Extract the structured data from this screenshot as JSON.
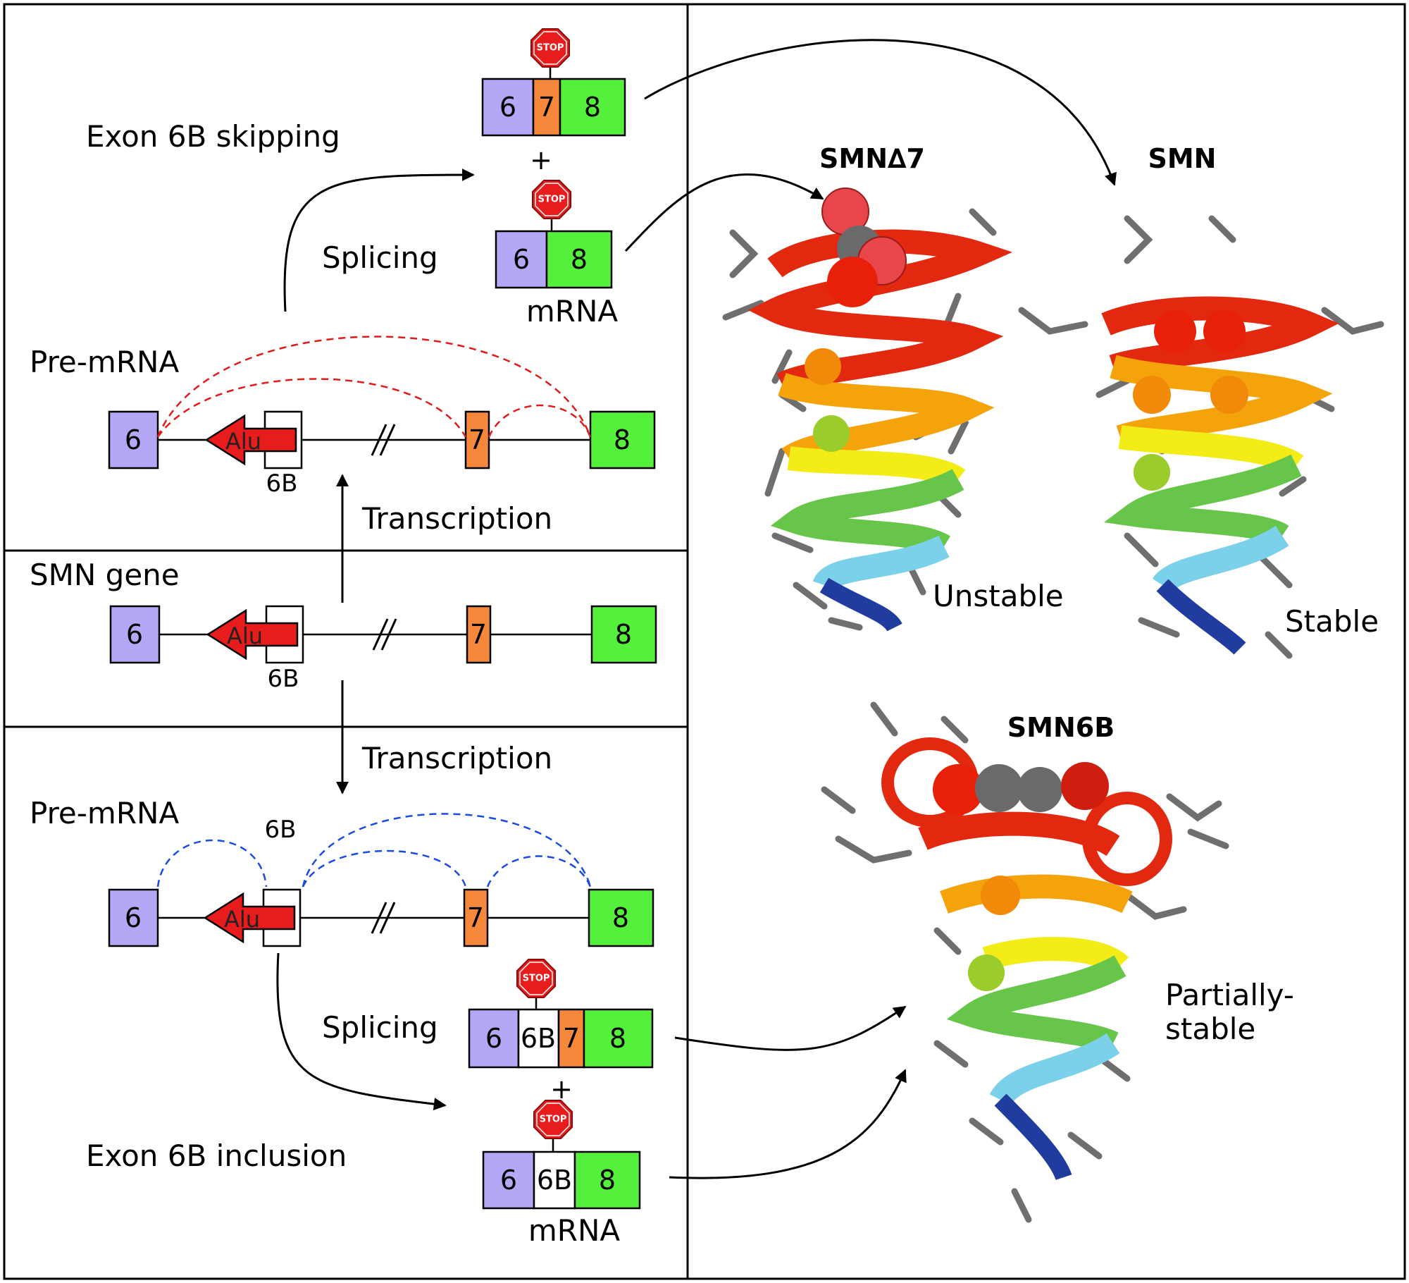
{
  "labels": {
    "exon6b_skipping": "Exon 6B skipping",
    "splicing_top": "Splicing",
    "mrna_top": "mRNA",
    "plus_top": "+",
    "premrna_top": "Pre-mRNA",
    "transcription_up": "Transcription",
    "smn_gene": "SMN gene",
    "transcription_down": "Transcription",
    "premrna_bottom": "Pre-mRNA",
    "label_6b_above": "6B",
    "splicing_bottom": "Splicing",
    "plus_bottom": "+",
    "exon6b_inclusion": "Exon 6B inclusion",
    "mrna_bottom": "mRNA"
  },
  "exons": {
    "e6": "6",
    "e7": "7",
    "e8": "8",
    "e6b": "6B",
    "alu": "Alu",
    "stop": "STOP"
  },
  "proteins": {
    "smn_delta7": {
      "title": "SMN∆7",
      "status": "Unstable"
    },
    "smn": {
      "title": "SMN",
      "status": "Stable"
    },
    "smn6b": {
      "title": "SMN6B",
      "status_line1": "Partially-",
      "status_line2": "stable"
    }
  },
  "colors": {
    "exon6": "#b4a7f5",
    "exon7": "#f5883a",
    "exon8": "#55f03c",
    "alu": "#e81c1c",
    "stop_sign": "#e81c1c",
    "splice_skip": "#e01a1a",
    "splice_incl": "#1a4be0"
  },
  "icons": {
    "stop_sign": "stop-sign-icon",
    "alu_element": "alu-arrow-icon",
    "intron_break": "intron-break-icon",
    "protein_structure": "ribbon-structure-icon"
  }
}
